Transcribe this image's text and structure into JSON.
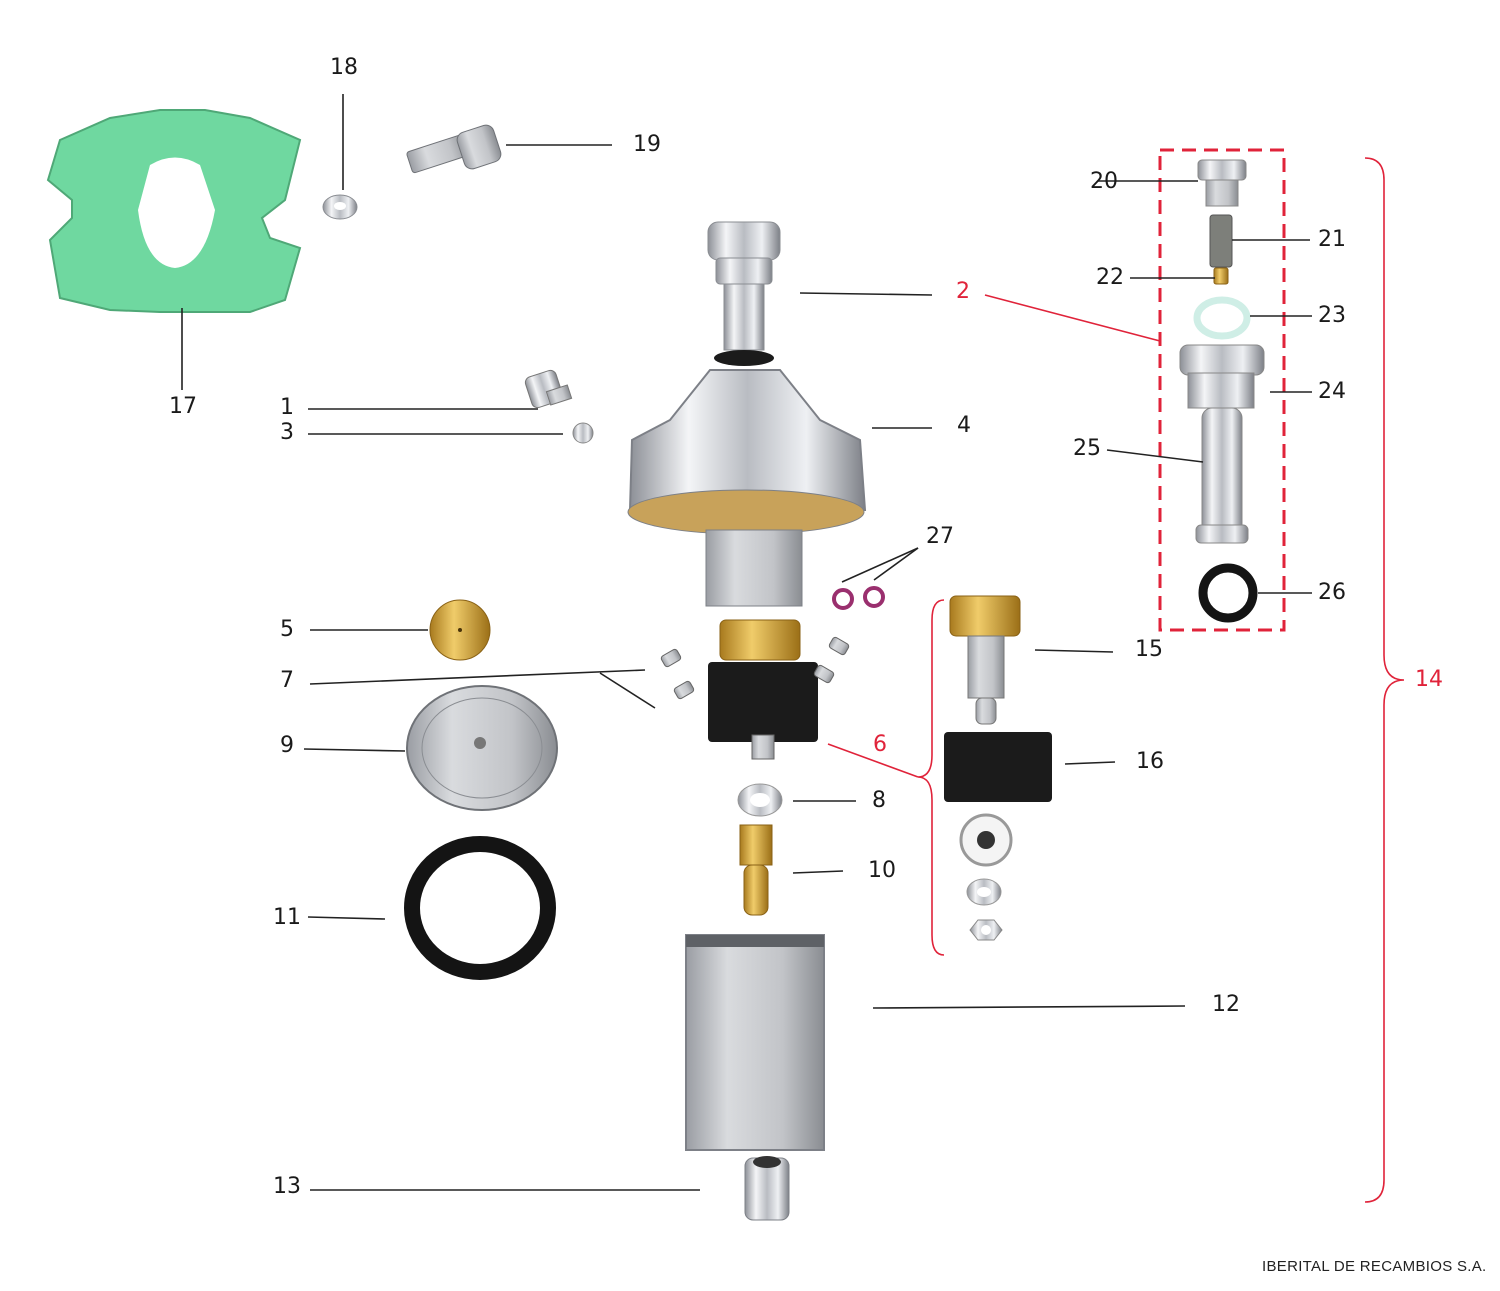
{
  "labels": {
    "p1": "1",
    "p2": "2",
    "p3": "3",
    "p4": "4",
    "p5": "5",
    "p6": "6",
    "p7": "7",
    "p8": "8",
    "p9": "9",
    "p10": "10",
    "p11": "11",
    "p12": "12",
    "p13": "13",
    "p14": "14",
    "p15": "15",
    "p16": "16",
    "p17": "17",
    "p18": "18",
    "p19": "19",
    "p20": "20",
    "p21": "21",
    "p22": "22",
    "p23": "23",
    "p24": "24",
    "p25": "25",
    "p26": "26",
    "p27": "27"
  },
  "footer": "IBERITAL DE RECAMBIOS S.A.",
  "colors": {
    "callout_red": "#e0233a",
    "gasket_green": "#6fd8a0",
    "chrome": "#c9ccd2",
    "brass": "#d6a640",
    "black_part": "#1b1b1b"
  }
}
